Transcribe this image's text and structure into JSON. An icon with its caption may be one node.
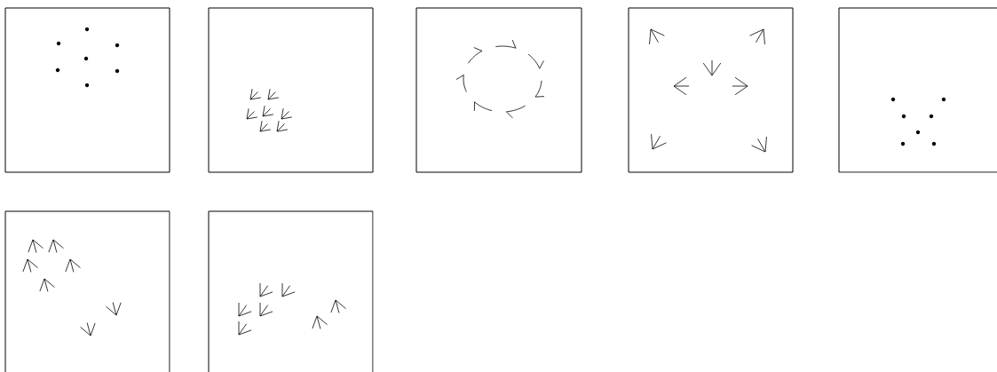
{
  "diagram": {
    "nodes": [
      {
        "text": [],
        "shape": "box"
      },
      {
        "text": [],
        "shape": "box"
      },
      {
        "text": [],
        "shape": "box"
      },
      {
        "text": [],
        "shape": "box"
      },
      {
        "text": [],
        "shape": "box"
      },
      {
        "text": [],
        "shape": "box"
      },
      {
        "text": [],
        "shape": "box"
      }
    ]
  }
}
